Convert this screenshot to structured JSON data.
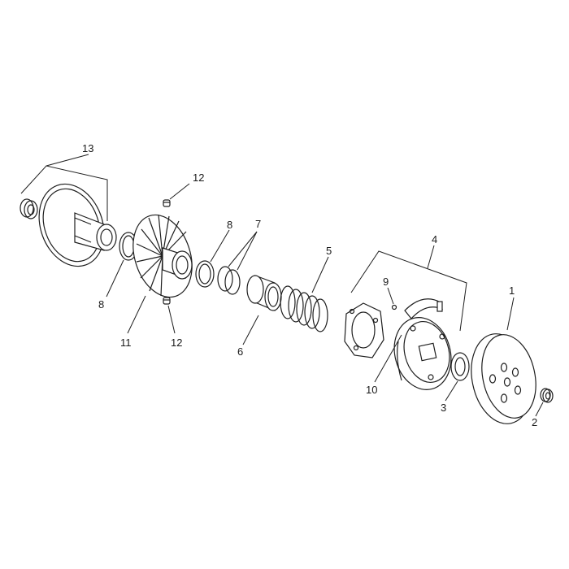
{
  "callouts": {
    "c1": "1",
    "c2": "2",
    "c3": "3",
    "c4": "4",
    "c5": "5",
    "c6": "6",
    "c7": "7",
    "c8a": "8",
    "c8b": "8",
    "c9": "9",
    "c10": "10",
    "c11": "11",
    "c12a": "12",
    "c12b": "12",
    "c13": "13"
  },
  "colors": {
    "line": "#1e1e1e",
    "background": "#ffffff"
  }
}
